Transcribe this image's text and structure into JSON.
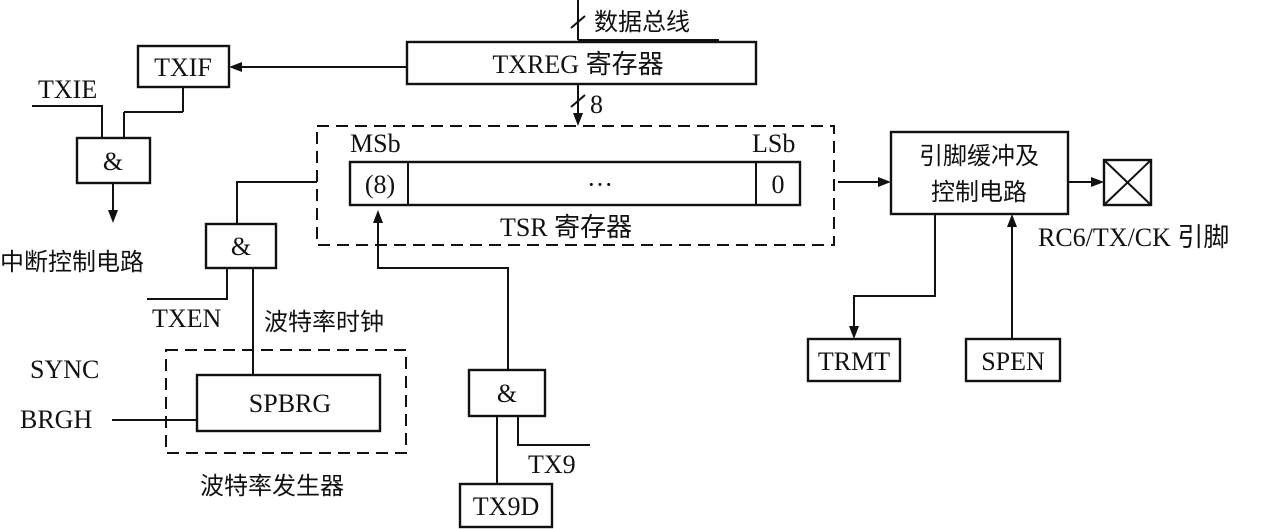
{
  "labels": {
    "data_bus": "数据总线",
    "txreg": "TXREG 寄存器",
    "txif": "TXIF",
    "txie": "TXIE",
    "and_int": "&",
    "interrupt_ctrl": "中断控制电路",
    "bus_width": "8",
    "msb": "MSb",
    "lsb": "LSb",
    "tsr_bit8": "(8)",
    "tsr_dots": "···",
    "tsr_bit0": "0",
    "tsr": "TSR 寄存器",
    "and_en": "&",
    "txen": "TXEN",
    "baud_clock": "波特率时钟",
    "sync": "SYNC",
    "brgh": "BRGH",
    "spbrg": "SPBRG",
    "baud_gen": "波特率发生器",
    "and_tx9": "&",
    "tx9": "TX9",
    "tx9d": "TX9D",
    "pin_buffer_line1": "引脚缓冲及",
    "pin_buffer_line2": "控制电路",
    "pin": "RC6/TX/CK 引脚",
    "trmt": "TRMT",
    "spen": "SPEN"
  }
}
